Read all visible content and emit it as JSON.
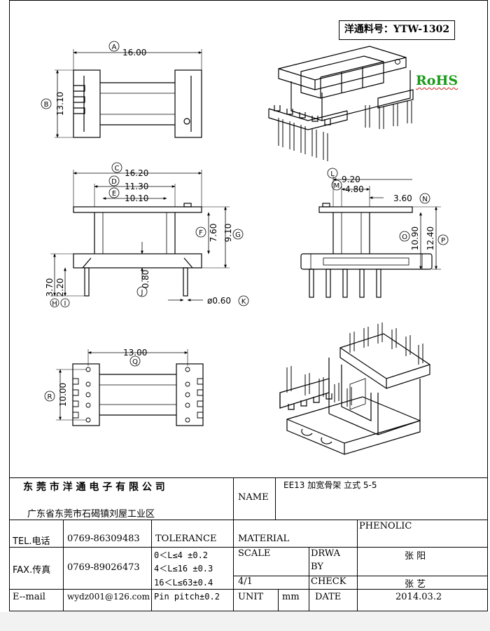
{
  "header": {
    "part_number": "洋通料号：YTW-1302",
    "rohs": "RoHS"
  },
  "dimensions": {
    "top_view": {
      "A": "A",
      "A_val": "16.00",
      "B": "B",
      "B_val": "13.10"
    },
    "front_view": {
      "C": "C",
      "C_val": "16.20",
      "D": "D",
      "D_val": "11.30",
      "E": "E",
      "E_val": "10.10",
      "F": "F",
      "F_val": "7.60",
      "G": "G",
      "G_val": "9.10",
      "H": "H",
      "H_val": "3.70",
      "I": "I",
      "I_val": "2.20",
      "J": "J",
      "J_val": "0.80",
      "K": "K",
      "K_val": "ø0.60"
    },
    "side_view": {
      "L": "L",
      "L_val": "9.20",
      "M": "M",
      "M_val": "4.80",
      "N": "N",
      "N_val": "3.60",
      "O": "O",
      "O_val": "10.90",
      "P": "P",
      "P_val": "12.40"
    },
    "bottom_view": {
      "Q": "Q",
      "Q_val": "13.00",
      "R": "R",
      "R_val": "10.00"
    }
  },
  "title_block": {
    "company": "东 莞 市 洋 通 电 子 有 限 公 司",
    "address": "广东省东莞市石碣镇刘屋工业区",
    "name_label": "NAME",
    "name_value": "EE13 加宽骨架 立式 5-5",
    "tel_label": "TEL.电话",
    "tel_value": "0769-86309483",
    "fax_label": "FAX.传真",
    "fax_value": "0769-89026473",
    "email_label": "E--mail",
    "email_value": "wydz001@126.com",
    "tolerance_label": "TOLERANCE",
    "tol1": "0＜L≤4  ±0.2",
    "tol2": "4＜L≤16 ±0.3",
    "tol3": "16＜L≤63±0.4",
    "pin_pitch": "Pin pitch±0.2",
    "material_label": "MATERIAL",
    "material_value": "PHENOLIC",
    "scale_label": "SCALE",
    "scale_value": "4/1",
    "drawn_label1": "DRWA",
    "drawn_label2": "BY",
    "drawn_value": "张 阳",
    "check_label": "CHECK",
    "check_value": "张 艺",
    "unit_label": "UNIT",
    "unit_value": "mm",
    "date_label": "DATE",
    "date_value": "2014.03.2"
  }
}
